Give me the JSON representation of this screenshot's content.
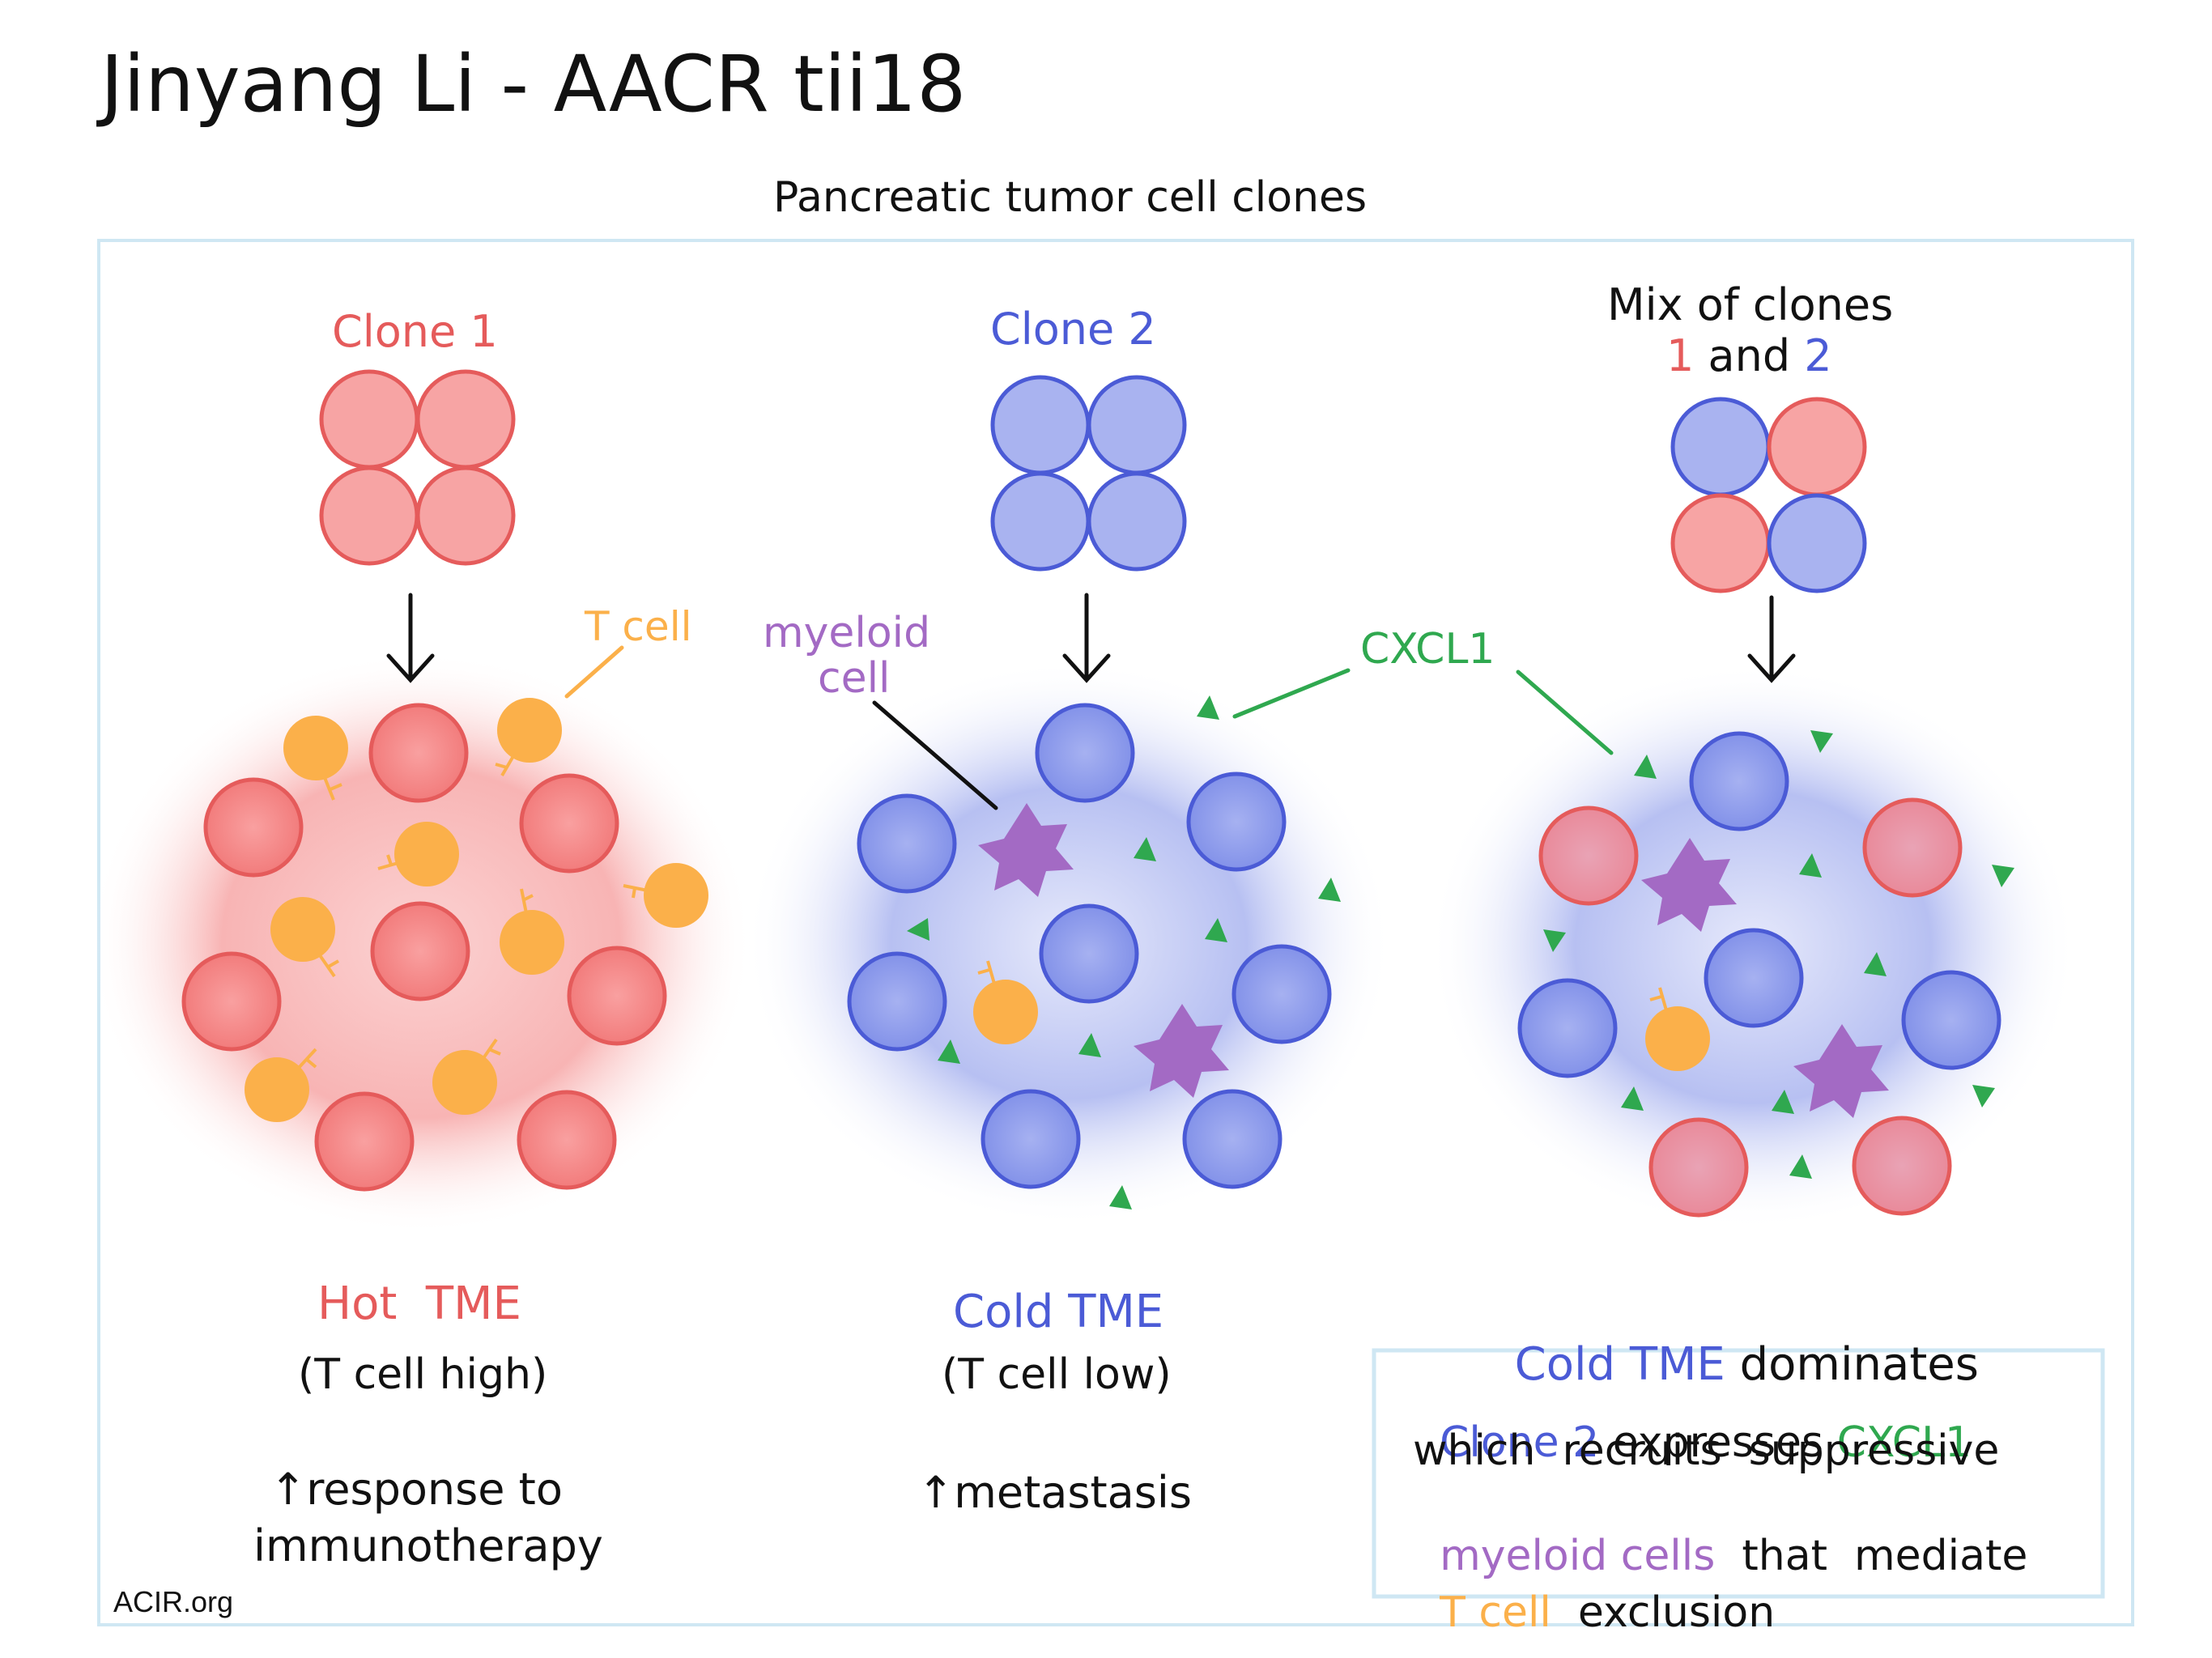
{
  "author_title": "Jinyang Li - AACR tii18",
  "panel_title": "Pancreatic tumor cell clones",
  "colors": {
    "clone1": "#f48686",
    "clone1_stroke": "#e55b5b",
    "clone2": "#8e9cec",
    "clone2_stroke": "#4b5bd6",
    "tcell": "#fbb04a",
    "myeloid": "#a36ac4",
    "cxcl1": "#2fa84f",
    "frame": "#cfe7f3"
  },
  "labels": {
    "clone1": "Clone 1",
    "clone2": "Clone 2",
    "mix_line1": "Mix of clones",
    "mix_one": "1",
    "mix_and": "and",
    "mix_two": "2",
    "tcell": "T cell",
    "myeloid_line1": "myeloid",
    "myeloid_line2": "cell",
    "cxcl1": "CXCL1"
  },
  "columns": {
    "hot": {
      "title": "Hot  TME",
      "sub": "(T cell high)",
      "arrow": "↑",
      "outcome_line1": "response to",
      "outcome_line2": "immunotherapy"
    },
    "cold": {
      "title": "Cold TME",
      "sub": "(T cell low)",
      "arrow": "↑",
      "outcome": "metastasis"
    },
    "mix": {
      "title_colored": "Cold TME",
      "title_rest": " dominates"
    }
  },
  "explanation": {
    "l1_a": "Clone 2",
    "l1_b": " expresses ",
    "l1_c": "CXCL1",
    "l2": "which  recruits  suppressive",
    "l3_a": "myeloid cells",
    "l3_b": "  that  mediate",
    "l4_a": "T cell",
    "l4_b": "  exclusion"
  },
  "footer": "ACIR.org"
}
